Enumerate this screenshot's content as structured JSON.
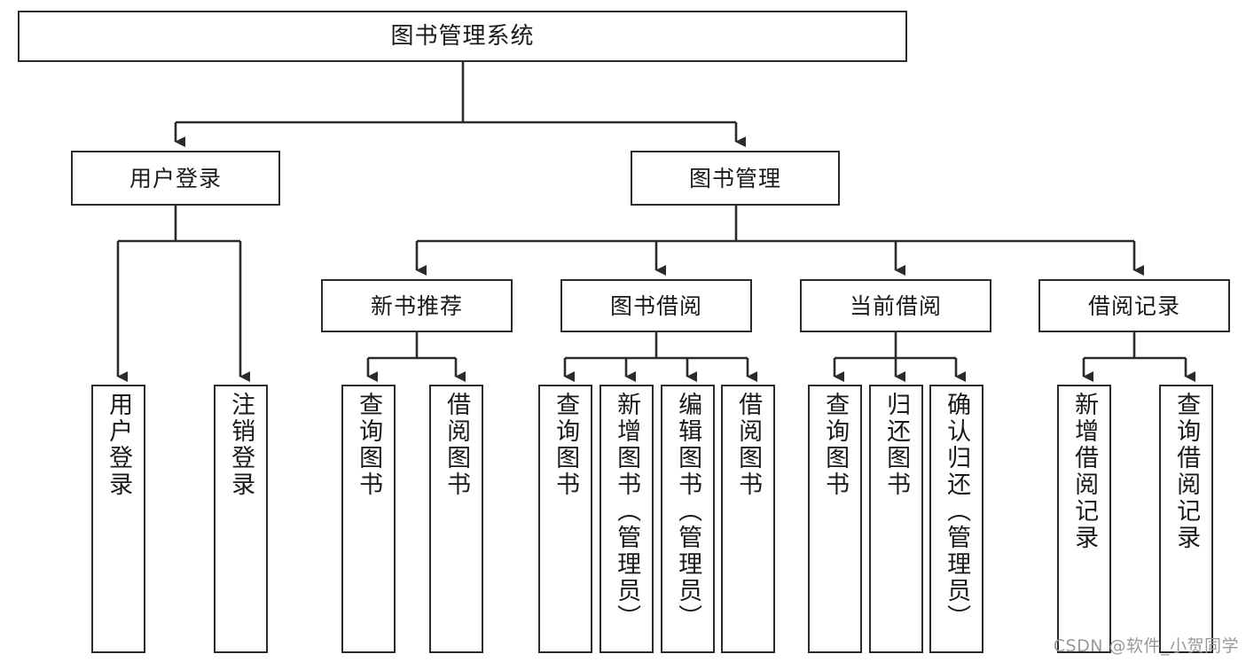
{
  "diagram": {
    "type": "tree-hierarchy",
    "title": "图书管理系统",
    "orientation": "top-down",
    "style": {
      "box_fill": "#ffffff",
      "box_stroke": "#2b2b2b",
      "text_color": "#1a1a1a",
      "connector_color": "#2b2b2b",
      "background": "#ffffff"
    },
    "root": {
      "id": "root",
      "label": "图书管理系统",
      "orientation": "horizontal"
    },
    "level2": [
      {
        "id": "user-login",
        "label": "用户登录",
        "orientation": "horizontal"
      },
      {
        "id": "book-manage",
        "label": "图书管理",
        "orientation": "horizontal"
      }
    ],
    "level3": [
      {
        "id": "new-book-recommend",
        "label": "新书推荐",
        "orientation": "horizontal",
        "parent": "book-manage"
      },
      {
        "id": "book-borrow",
        "label": "图书借阅",
        "orientation": "horizontal",
        "parent": "book-manage"
      },
      {
        "id": "current-borrow",
        "label": "当前借阅",
        "orientation": "horizontal",
        "parent": "book-manage"
      },
      {
        "id": "borrow-record",
        "label": "借阅记录",
        "orientation": "horizontal",
        "parent": "book-manage"
      }
    ],
    "leaves": [
      {
        "id": "leaf-user-login",
        "label": "用户登录",
        "parent": "user-login",
        "orientation": "vertical"
      },
      {
        "id": "leaf-logout-login",
        "label": "注销登录",
        "parent": "user-login",
        "orientation": "vertical"
      },
      {
        "id": "leaf-query-book-1",
        "label": "查询图书",
        "parent": "new-book-recommend",
        "orientation": "vertical"
      },
      {
        "id": "leaf-borrow-book-1",
        "label": "借阅图书",
        "parent": "new-book-recommend",
        "orientation": "vertical"
      },
      {
        "id": "leaf-query-book-2",
        "label": "查询图书",
        "parent": "book-borrow",
        "orientation": "vertical"
      },
      {
        "id": "leaf-add-book",
        "label": "新增图书（管理员）",
        "parent": "book-borrow",
        "orientation": "vertical"
      },
      {
        "id": "leaf-edit-book",
        "label": "编辑图书（管理员）",
        "parent": "book-borrow",
        "orientation": "vertical"
      },
      {
        "id": "leaf-borrow-book-2",
        "label": "借阅图书",
        "parent": "book-borrow",
        "orientation": "vertical"
      },
      {
        "id": "leaf-query-book-3",
        "label": "查询图书",
        "parent": "current-borrow",
        "orientation": "vertical"
      },
      {
        "id": "leaf-return-book",
        "label": "归还图书",
        "parent": "current-borrow",
        "orientation": "vertical"
      },
      {
        "id": "leaf-confirm-return",
        "label": "确认归还（管理员）",
        "parent": "current-borrow",
        "orientation": "vertical"
      },
      {
        "id": "leaf-add-record",
        "label": "新增借阅记录",
        "parent": "borrow-record",
        "orientation": "vertical"
      },
      {
        "id": "leaf-query-record",
        "label": "查询借阅记录",
        "parent": "borrow-record",
        "orientation": "vertical"
      }
    ]
  },
  "watermark": {
    "text": "CSDN @软件_小贺同学"
  }
}
